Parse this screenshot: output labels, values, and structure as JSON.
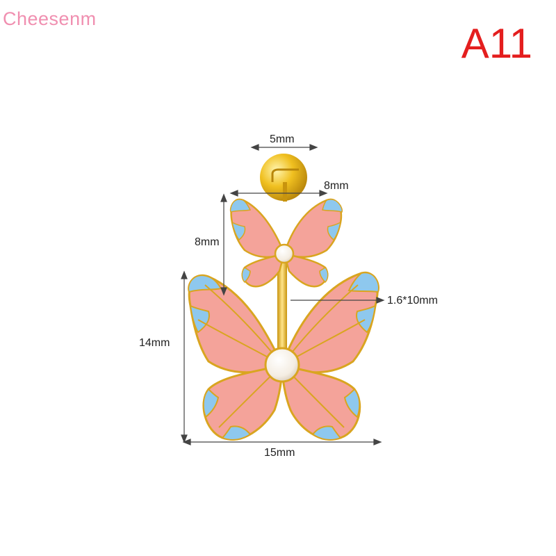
{
  "brand": "Cheesenm",
  "product_code": "A11",
  "dimensions": {
    "ball_diameter": "5mm",
    "small_butterfly_width": "8mm",
    "small_butterfly_height": "8mm",
    "bar": "1.6*10mm",
    "large_butterfly_height": "14mm",
    "large_butterfly_width": "15mm"
  },
  "colors": {
    "gold": "#e8b820",
    "pink": "#f4a39a",
    "blue": "#8ec8ee",
    "brand_pink": "#f08fb0",
    "code_red": "#e41e1e"
  }
}
